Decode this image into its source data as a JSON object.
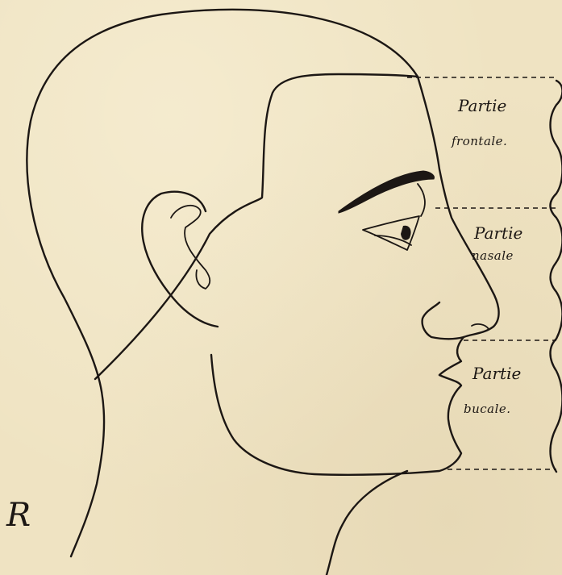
{
  "zones": [
    {
      "title": "Partie",
      "subtitle": "frontale."
    },
    {
      "title": "Partie",
      "subtitle": "nasale"
    },
    {
      "title": "Partie",
      "subtitle": "bucale."
    }
  ],
  "signature": "R",
  "colors": {
    "paper": "#efe3c2",
    "ink": "#1c1714"
  }
}
